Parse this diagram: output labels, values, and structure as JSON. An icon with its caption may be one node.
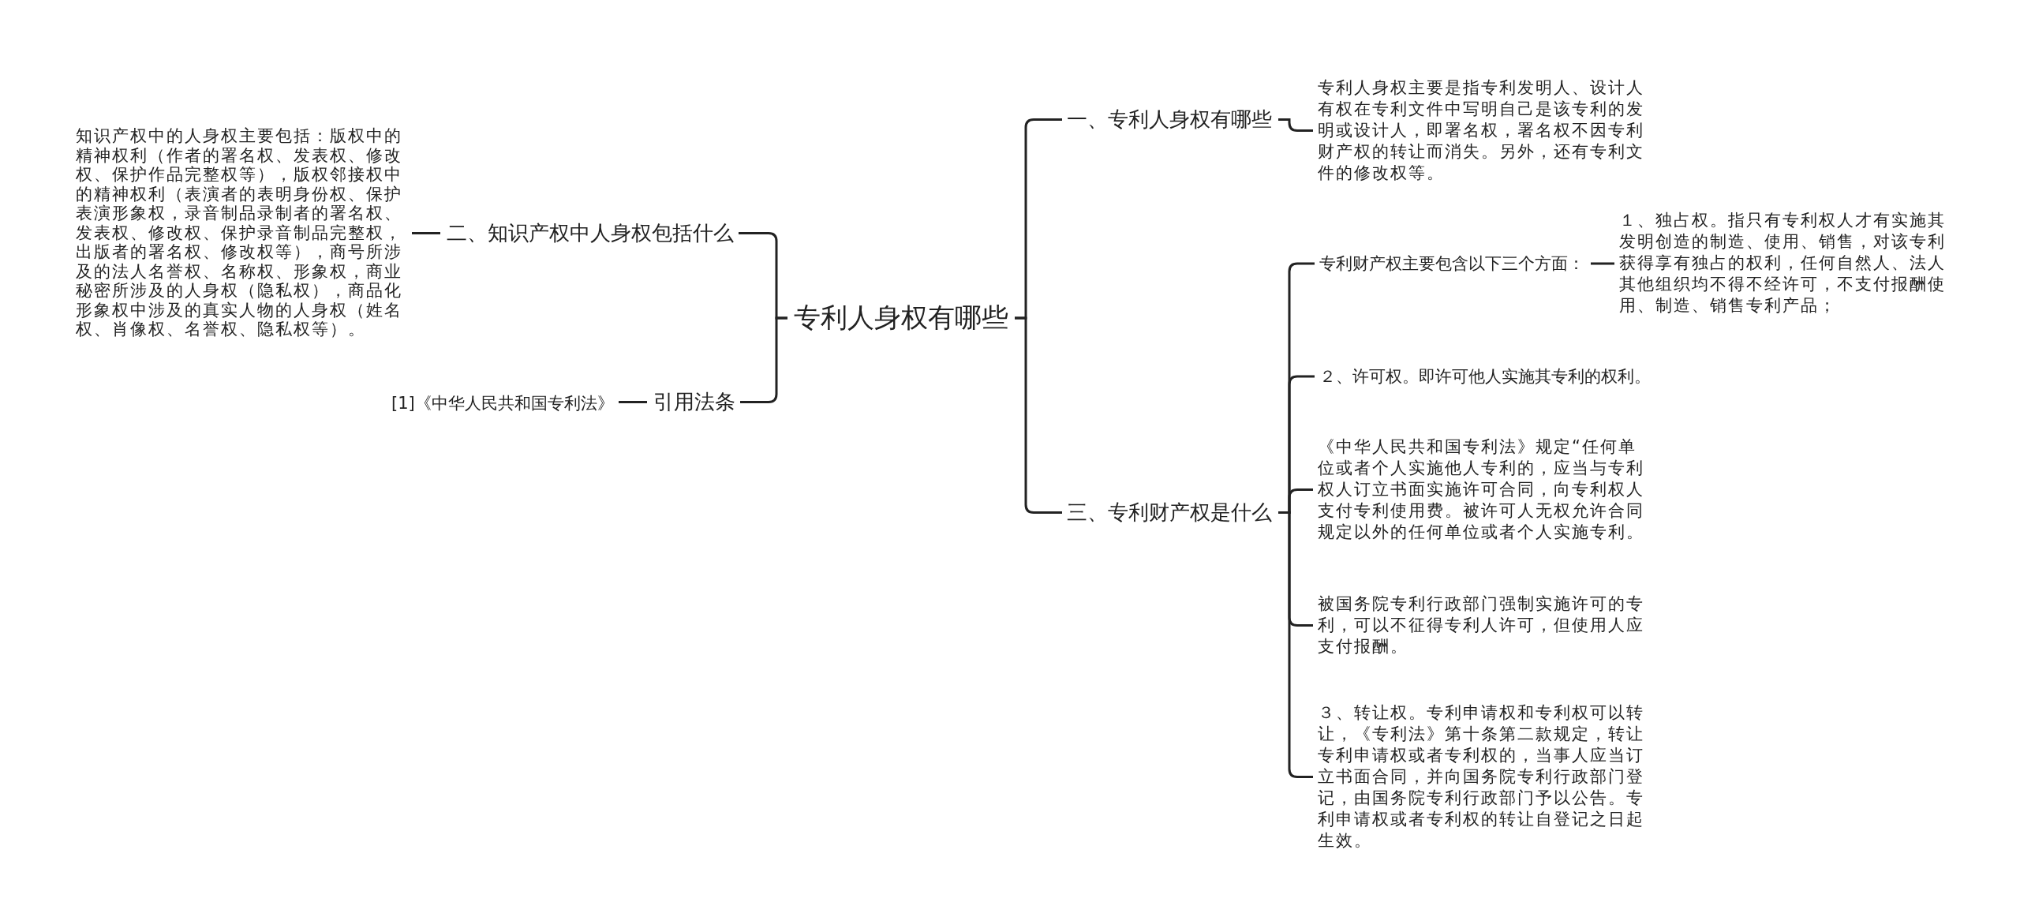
{
  "diagram": {
    "nodes": [
      {
        "text": [
          "专利人身权有哪些"
        ]
      },
      {
        "text": [
          "一、专利人身权有哪些"
        ]
      },
      {
        "text": [
          "专利人身权主要是指专利发明人、设计人有权在专利文件中写明自己是该专利的发明或设计人，即署名权，署名权不因专利财产权的转让而消失。另外，还有专利文件的修改权等。"
        ]
      },
      {
        "text": [
          "三、专利财产权是什么"
        ]
      },
      {
        "text": [
          "专利财产权主要包含以下三个方面："
        ]
      },
      {
        "text": [
          "１、独占权。指只有专利权人才有实施其发明创造的制造、使用、销售，对该专利获得享有独占的权利，任何自然人、法人其他组织均不得不经许可，不支付报酬使用、制造、销售专利产品；"
        ]
      },
      {
        "text": [
          "２、许可权。即许可他人实施其专利的权利。"
        ]
      },
      {
        "text": [
          "《中华人民共和国专利法》规定“任何单位或者个人实施他人专利的，应当与专利权人订立书面实施许可合同，向专利权人支付专利使用费。被许可人无权允许合同规定以外的任何单位或者个人实施专利。"
        ]
      },
      {
        "text": [
          "被国务院专利行政部门强制实施许可的专利，可以不征得专利人许可，但使用人应支付报酬。"
        ]
      },
      {
        "text": [
          "３、转让权。专利申请权和专利权可以转让，《专利法》第十条第二款规定，转让专利申请权或者专利权的，当事人应当订立书面合同，并向国务院专利行政部门登记，由国务院专利行政部门予以公告。专利申请权或者专利权的转让自登记之日起生效。"
        ]
      },
      {
        "text": [
          "二、知识产权中人身权包括什么"
        ]
      },
      {
        "text": [
          "知识产权中的人身权主要包括：版权中的精神权利（作者的署名权、发表权、修改权、保护作品完整权等），版权邻接权中的精神权利（表演者的表明身份权、保护表演形象权，录音制品录制者的署名权、发表权、修改权、保护录音制品完整权，出版者的署名权、修改权等），商号所涉及的法人名誉权、名称权、形象权，商业秘密所涉及的人身权（隐私权），商品化形象权中涉及的真实人物的人身权（姓名权、肖像权、名誉权、隐私权等）。"
        ]
      },
      {
        "text": [
          "引用法条"
        ]
      },
      {
        "text": [
          "[1]《中华人民共和国专利法》"
        ]
      }
    ],
    "edges": [
      {
        "from": 0,
        "to": 1,
        "arrow": "none"
      },
      {
        "from": 1,
        "to": 2,
        "arrow": "none"
      },
      {
        "from": 0,
        "to": 3,
        "arrow": "none"
      },
      {
        "from": 3,
        "to": 4,
        "arrow": "none"
      },
      {
        "from": 4,
        "to": 5,
        "arrow": "none"
      },
      {
        "from": 3,
        "to": 6,
        "arrow": "none"
      },
      {
        "from": 3,
        "to": 7,
        "arrow": "none"
      },
      {
        "from": 3,
        "to": 8,
        "arrow": "none"
      },
      {
        "from": 3,
        "to": 9,
        "arrow": "none"
      },
      {
        "from": 0,
        "to": 10,
        "arrow": "none"
      },
      {
        "from": 10,
        "to": 11,
        "arrow": "none"
      },
      {
        "from": 0,
        "to": 12,
        "arrow": "none"
      },
      {
        "from": 12,
        "to": 13,
        "arrow": "none"
      }
    ]
  }
}
